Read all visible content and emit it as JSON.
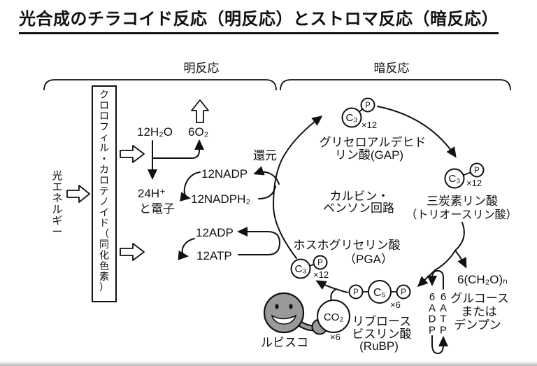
{
  "title": "光合成のチラコイド反応（明反応）とストロマ反応（暗反応）",
  "section_labels": {
    "light": "明反応",
    "dark": "暗反応"
  },
  "light_reaction": {
    "light_energy": "光エネルギー",
    "pigment_box": "クロロフィル・カロテノイド（同化色素）",
    "water": "12H₂O",
    "oxygen": "6O₂",
    "protons": "24H⁺",
    "electrons_label": "と電子",
    "nadp": "12NADP",
    "nadph2": "12NADPH₂",
    "adp": "12ADP",
    "atp": "12ATP",
    "reduction": "還元"
  },
  "calvin_cycle": {
    "name_line1": "カルビン・",
    "name_line2": "ベンソン回路",
    "gap": {
      "unit": "C₃",
      "phosphate": "P",
      "multiplier": "×12",
      "name_line1": "グリセロアルデヒド",
      "name_line2": "リン酸(GAP)"
    },
    "triose": {
      "unit": "C₃",
      "phosphate": "P",
      "multiplier": "×12",
      "name_line1": "三炭素リン酸",
      "name_line2": "（トリオースリン酸）"
    },
    "pga": {
      "unit": "C₃",
      "phosphate": "P",
      "multiplier": "×12",
      "name_line1": "ホスホグリセリン酸",
      "name_line2": "（PGA）"
    },
    "rubp": {
      "unit": "C₅",
      "phosphate_left": "P",
      "phosphate_right": "P",
      "multiplier": "×6",
      "name_line1": "リブロース",
      "name_line2": "ビスリン酸",
      "name_line3": "(RuBP)"
    },
    "co2": {
      "formula": "CO₂",
      "multiplier": "×6"
    },
    "rubisco_label": "ルビスコ",
    "product": {
      "formula": "6(CH₂O)ₙ",
      "name_line1": "グルコース",
      "name_line2": "または",
      "name_line3": "デンプン"
    },
    "adp": "6ADP",
    "atp": "6ATP"
  },
  "colors": {
    "ink": "#111111",
    "rubisco_fill": "#9a9a9a",
    "background": "#ffffff"
  }
}
